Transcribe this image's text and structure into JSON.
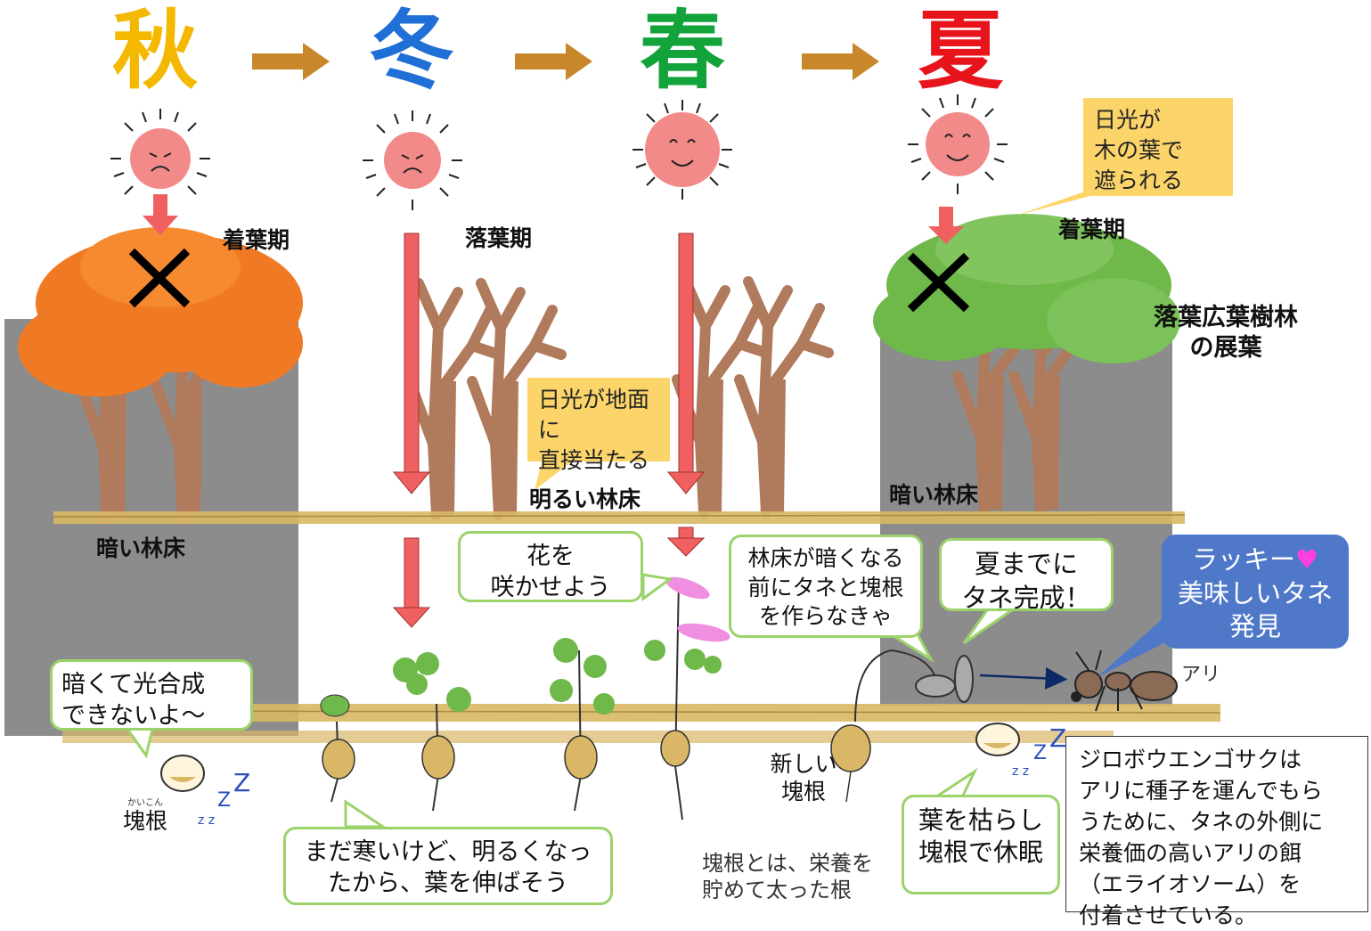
{
  "seasons": [
    {
      "label": "秋",
      "color": "#f5b800"
    },
    {
      "label": "冬",
      "color": "#1f6fd6"
    },
    {
      "label": "春",
      "color": "#12a33a"
    },
    {
      "label": "夏",
      "color": "#e8141c"
    }
  ],
  "labels": {
    "autumn_leaf_period": "着葉期",
    "autumn_floor": "暗い林床",
    "winter_leaf_fall": "落葉期",
    "spring_floor": "明るい林床",
    "summer_leaf_period": "着葉期",
    "summer_floor": "暗い林床",
    "canopy_line1": "落葉広葉樹林",
    "canopy_line2": "の展葉",
    "tuber_ruby": "かいこん",
    "tuber": "塊根",
    "new_tuber_line1": "新しい",
    "new_tuber_line2": "塊根",
    "tuber_def_line1": "塊根とは、栄養を",
    "tuber_def_line2": "貯めて太った根",
    "ant": "アリ"
  },
  "callouts": {
    "sun_blocked": [
      "日光が",
      "木の葉で",
      "遮られる"
    ],
    "sun_direct": [
      "日光が地面に",
      "直接当たる"
    ],
    "dark_no_photo": [
      "暗くて光合成",
      "できないよ～"
    ],
    "bloom": [
      "花を",
      "咲かせよう"
    ],
    "grow_leaves": [
      "まだ寒いけど、明るくなっ",
      "たから、葉を伸ばそう"
    ],
    "make_seeds": [
      "林床が暗くなる",
      "前にタネと塊根",
      "を作らなきゃ"
    ],
    "seeds_done": [
      "夏までに",
      "タネ完成！"
    ],
    "dormant": [
      "葉を枯らし",
      "塊根で休眠"
    ],
    "lucky_line1": "ラッキー",
    "lucky_line2": "美味しいタネ",
    "lucky_line3": "発見",
    "explanation": [
      "ジロボウエンゴサクは",
      "アリに種子を運んでもら",
      "うために、タネの外側に",
      "栄養価の高いアリの餌",
      "（エライオソーム）を",
      "付着させている。"
    ]
  },
  "colors": {
    "shade": "#8c8c8c",
    "autumn_canopy": "#f07a24",
    "summer_canopy": "#6fb84a",
    "trunk": "#b07a5c",
    "arrow": "#f06060",
    "ground": "#d9b766",
    "sun": "#f28a8a",
    "flower": "#f08fe0"
  }
}
